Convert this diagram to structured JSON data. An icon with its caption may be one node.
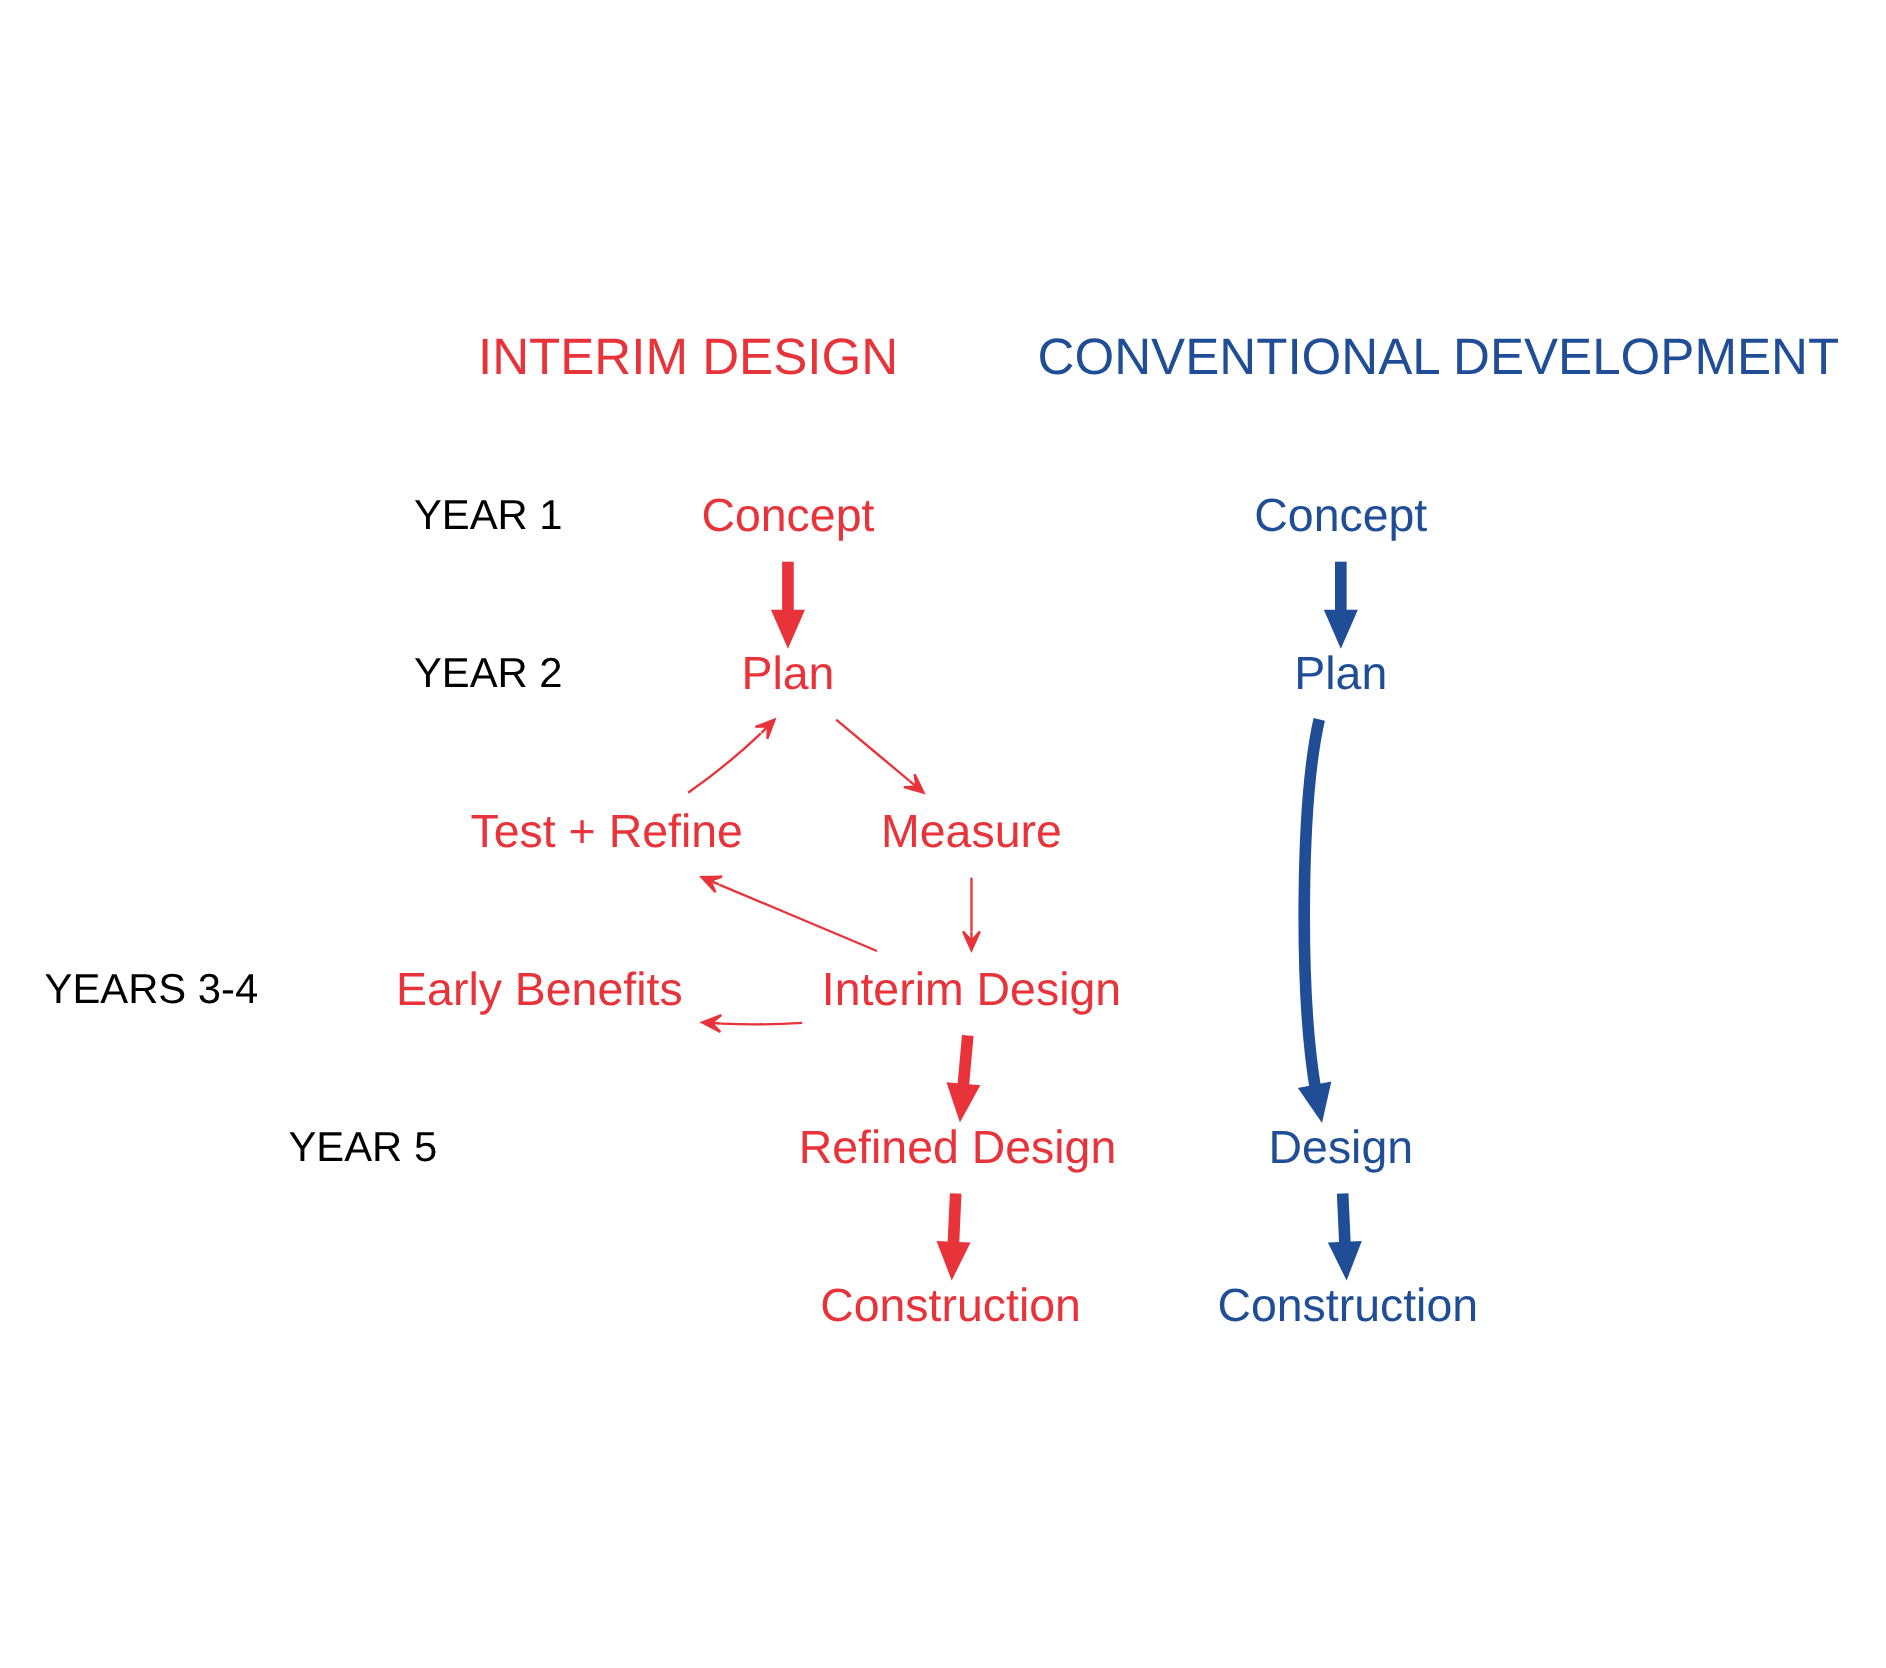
{
  "diagram": {
    "nodes": [
      {
        "text": [
          "Concept"
        ]
      },
      {
        "text": [
          "Plan"
        ]
      },
      {
        "text": [
          "Test + Refine"
        ]
      },
      {
        "text": [
          "Measure"
        ]
      },
      {
        "text": [
          "Early Benefits"
        ]
      },
      {
        "text": [
          "Interim Design"
        ]
      },
      {
        "text": [
          "Refined Design"
        ]
      },
      {
        "text": [
          "Construction"
        ]
      },
      {
        "text": [
          "Concept"
        ]
      },
      {
        "text": [
          "Plan"
        ]
      },
      {
        "text": [
          "Design"
        ]
      },
      {
        "text": [
          "Construction"
        ]
      }
    ],
    "edges": [
      {
        "from": 0,
        "to": 1,
        "arrow": "to"
      },
      {
        "from": 1,
        "to": 3,
        "arrow": "to"
      },
      {
        "from": 3,
        "to": 5,
        "arrow": "to"
      },
      {
        "from": 5,
        "to": 2,
        "arrow": "to"
      },
      {
        "from": 2,
        "to": 1,
        "arrow": "to"
      },
      {
        "from": 5,
        "to": 4,
        "arrow": "to"
      },
      {
        "from": 5,
        "to": 6,
        "arrow": "to"
      },
      {
        "from": 6,
        "to": 7,
        "arrow": "to"
      },
      {
        "from": 8,
        "to": 9,
        "arrow": "to",
        "color": "#1f4e96"
      },
      {
        "from": 9,
        "to": 10,
        "arrow": "to",
        "color": "#1f4e96"
      },
      {
        "from": 10,
        "to": 11,
        "arrow": "to",
        "color": "#1f4e96"
      }
    ],
    "labels": [
      "INTERIM DESIGN",
      "CONVENTIONAL DEVELOPMENT",
      "YEAR 1",
      "YEAR 2",
      "YEARS 3-4",
      "YEAR 5"
    ]
  }
}
